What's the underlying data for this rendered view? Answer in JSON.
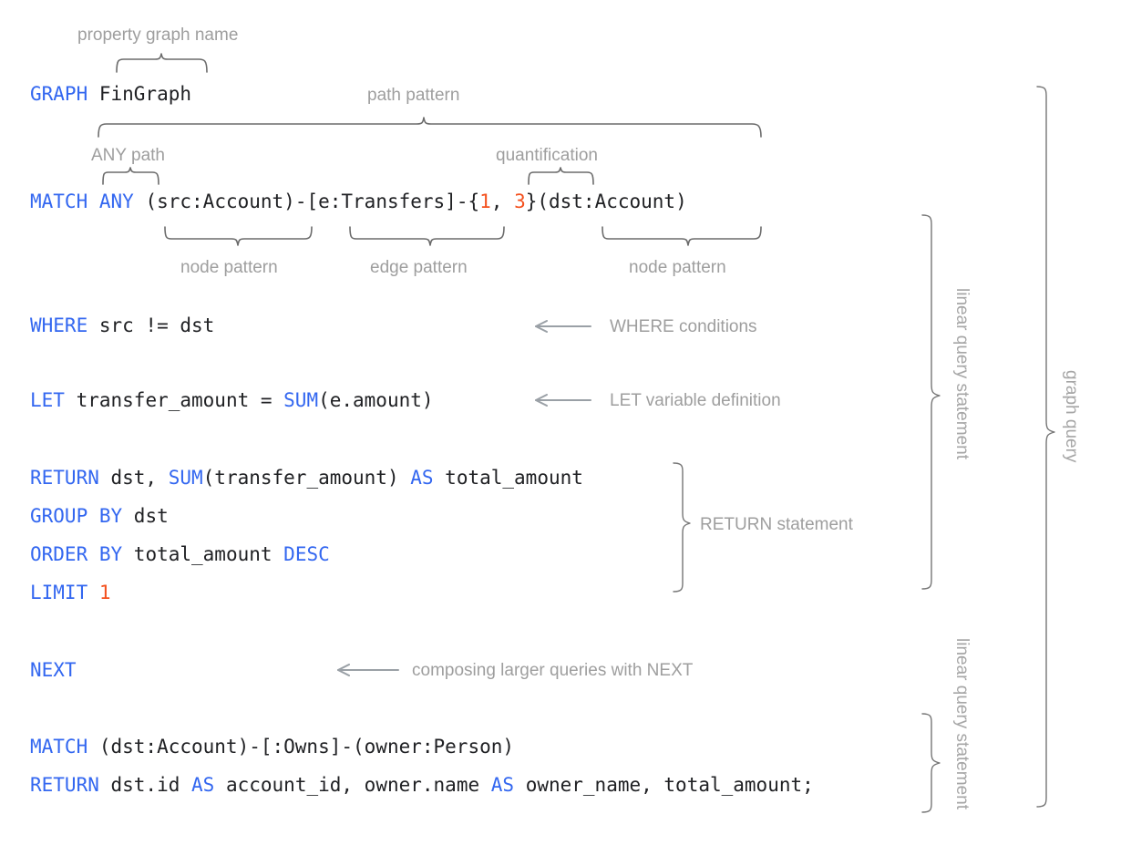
{
  "diagram": {
    "title": "GQL graph query annotated syntax diagram",
    "colors": {
      "keyword": "#3367f0",
      "number": "#f4511e",
      "text": "#202124",
      "annotation": "#9e9e9e",
      "brace": "#6b6b6b",
      "arrow": "#9aa0a6",
      "background": "#ffffff"
    }
  },
  "code_lines": [
    {
      "id": "line-graph",
      "tokens": [
        {
          "t": "GRAPH",
          "k": "kw"
        },
        {
          "t": " FinGraph",
          "k": "pl"
        }
      ]
    },
    {
      "id": "line-match-1",
      "tokens": [
        {
          "t": "MATCH",
          "k": "kw"
        },
        {
          "t": " ",
          "k": "pl"
        },
        {
          "t": "ANY",
          "k": "kw"
        },
        {
          "t": " (src:Account)-[e:Transfers]-{",
          "k": "pl"
        },
        {
          "t": "1",
          "k": "num"
        },
        {
          "t": ", ",
          "k": "pl"
        },
        {
          "t": "3",
          "k": "num"
        },
        {
          "t": "}(dst:Account)",
          "k": "pl"
        }
      ]
    },
    {
      "id": "line-where",
      "tokens": [
        {
          "t": "WHERE",
          "k": "kw"
        },
        {
          "t": " src != dst",
          "k": "pl"
        }
      ]
    },
    {
      "id": "line-let",
      "tokens": [
        {
          "t": "LET",
          "k": "kw"
        },
        {
          "t": " transfer_amount = ",
          "k": "pl"
        },
        {
          "t": "SUM",
          "k": "kw"
        },
        {
          "t": "(e.amount)",
          "k": "pl"
        }
      ]
    },
    {
      "id": "line-return-1",
      "tokens": [
        {
          "t": "RETURN",
          "k": "kw"
        },
        {
          "t": " dst, ",
          "k": "pl"
        },
        {
          "t": "SUM",
          "k": "kw"
        },
        {
          "t": "(transfer_amount) ",
          "k": "pl"
        },
        {
          "t": "AS",
          "k": "kw"
        },
        {
          "t": " total_amount",
          "k": "pl"
        }
      ]
    },
    {
      "id": "line-groupby",
      "tokens": [
        {
          "t": "GROUP BY",
          "k": "kw"
        },
        {
          "t": " dst",
          "k": "pl"
        }
      ]
    },
    {
      "id": "line-orderby",
      "tokens": [
        {
          "t": "ORDER BY",
          "k": "kw"
        },
        {
          "t": " total_amount ",
          "k": "pl"
        },
        {
          "t": "DESC",
          "k": "kw"
        }
      ]
    },
    {
      "id": "line-limit",
      "tokens": [
        {
          "t": "LIMIT",
          "k": "kw"
        },
        {
          "t": " ",
          "k": "pl"
        },
        {
          "t": "1",
          "k": "num"
        }
      ]
    },
    {
      "id": "line-next",
      "tokens": [
        {
          "t": "NEXT",
          "k": "kw"
        }
      ]
    },
    {
      "id": "line-match-2",
      "tokens": [
        {
          "t": "MATCH",
          "k": "kw"
        },
        {
          "t": " (dst:Account)-[:Owns]-(owner:Person)",
          "k": "pl"
        }
      ]
    },
    {
      "id": "line-return-2",
      "tokens": [
        {
          "t": "RETURN",
          "k": "kw"
        },
        {
          "t": " dst.id ",
          "k": "pl"
        },
        {
          "t": "AS",
          "k": "kw"
        },
        {
          "t": " account_id, owner.name ",
          "k": "pl"
        },
        {
          "t": "AS",
          "k": "kw"
        },
        {
          "t": " owner_name, total_amount;",
          "k": "pl"
        }
      ]
    }
  ],
  "annotations": {
    "property_graph_name": "property graph name",
    "path_pattern": "path pattern",
    "any_path": "ANY path",
    "quantification": "quantification",
    "node_pattern_left": "node pattern",
    "edge_pattern": "edge pattern",
    "node_pattern_right": "node pattern",
    "where_conditions": "WHERE conditions",
    "let_variable_definition": "LET variable definition",
    "return_statement": "RETURN statement",
    "composing_with_next": "composing larger queries with NEXT",
    "linear_query_statement_1": "linear query statement",
    "linear_query_statement_2": "linear query statement",
    "graph_query": "graph query"
  }
}
